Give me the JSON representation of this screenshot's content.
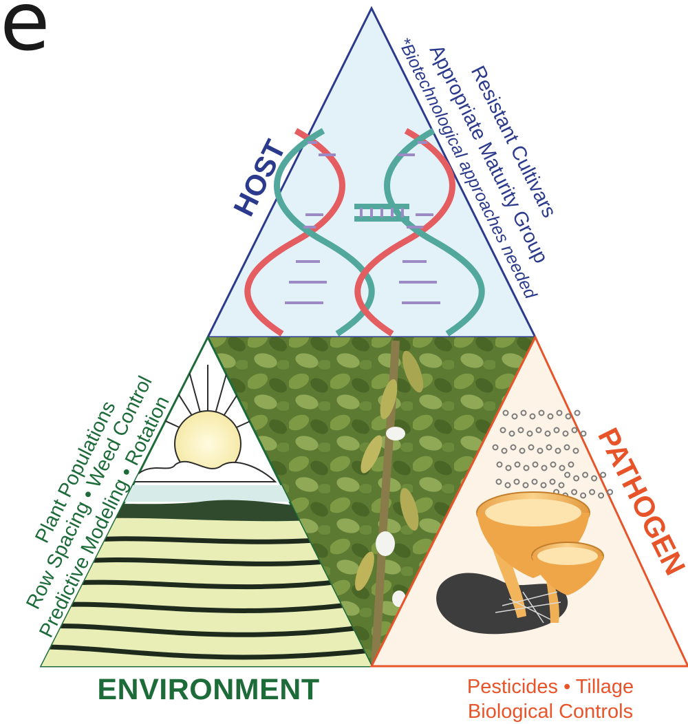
{
  "corner_text": "e",
  "host": {
    "title": "HOST",
    "notes": [
      "Resistant Cultivars",
      "Appropriate Maturity Group",
      "*Biotechnological approaches needed"
    ],
    "color": "#2b3a8c",
    "fill": "#e3f1f9"
  },
  "environment": {
    "title": "ENVIRONMENT",
    "notes": [
      "Plant Populations",
      "Row Spacing • Weed Control",
      "Predictive Modeling • Rotation"
    ],
    "color": "#1e6b3a"
  },
  "pathogen": {
    "title": "PATHOGEN",
    "notes": [
      "Pesticides • Tillage",
      "Biological Controls"
    ],
    "color": "#e8542a",
    "fill": "#fdf3e6"
  },
  "center_photo": {
    "icon": "soybean-plant-photo",
    "color": "#5f7d34"
  }
}
